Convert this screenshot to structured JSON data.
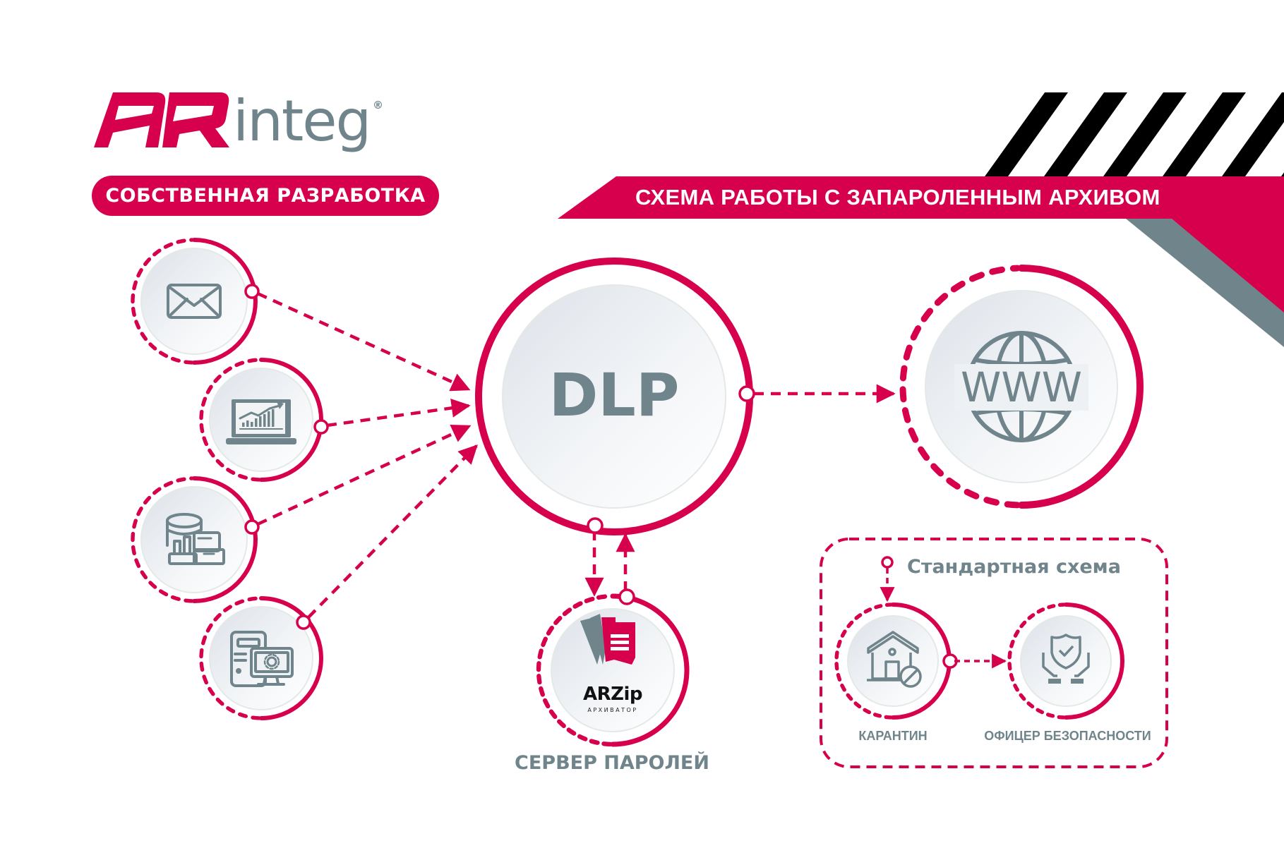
{
  "brand": {
    "logo_mark": "AR",
    "logo_word": "integ",
    "registered_mark": "®",
    "tagline": "СОБСТВЕННАЯ РАЗРАБОТКА"
  },
  "header": {
    "title": "СХЕМА РАБОТЫ С ЗАПАРОЛЕННЫМ АРХИВОМ"
  },
  "colors": {
    "accent": "#D6004C",
    "grey": "#6F848B",
    "stripes": "#000000"
  },
  "diagram": {
    "sources": [
      {
        "id": "email",
        "icon": "envelope-icon"
      },
      {
        "id": "analytics",
        "icon": "laptop-chart-icon"
      },
      {
        "id": "database",
        "icon": "database-storage-icon"
      },
      {
        "id": "workstation",
        "icon": "computer-settings-icon"
      }
    ],
    "center": {
      "label": "DLP"
    },
    "destination": {
      "icon": "globe-www-icon",
      "label": "WWW"
    },
    "password_server": {
      "product": "ARZip",
      "product_subtitle": "АРХИВАТОР",
      "label": "СЕРВЕР ПАРОЛЕЙ",
      "icon": "arzip-logo-icon"
    },
    "standard_scheme": {
      "title": "Стандартная схема",
      "steps": [
        {
          "label": "КАРАНТИН",
          "icon": "quarantine-house-icon"
        },
        {
          "label": "ОФИЦЕР БЕЗОПАСНОСТИ",
          "icon": "security-officer-icon"
        }
      ]
    }
  }
}
